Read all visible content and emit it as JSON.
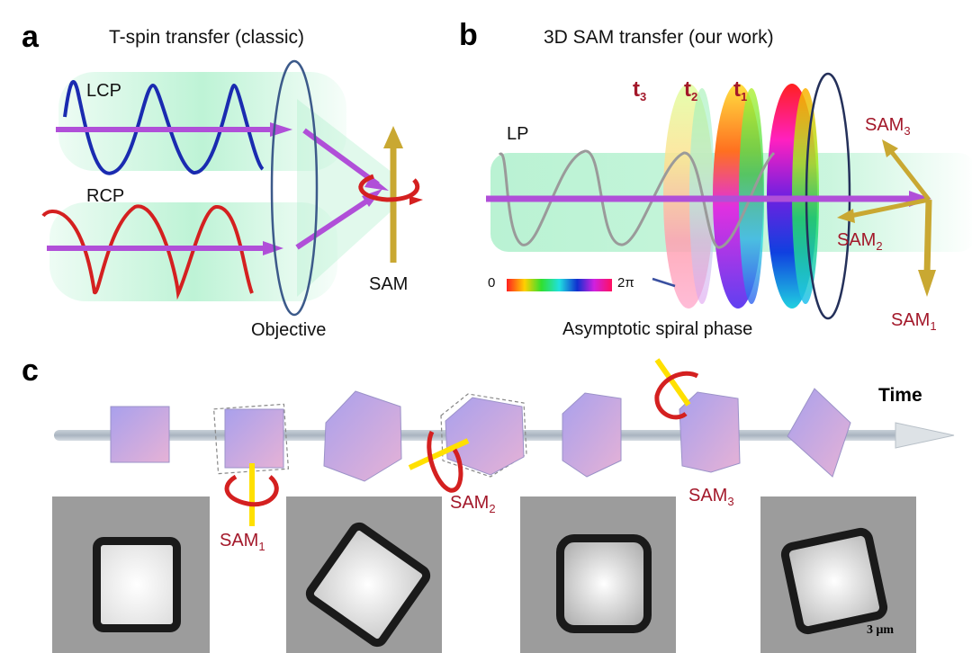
{
  "panel_a": {
    "letter": "a",
    "title": "T-spin transfer (classic)",
    "beam1_label": "LCP",
    "beam2_label": "RCP",
    "lens_label": "Objective",
    "output_label": "SAM"
  },
  "panel_b": {
    "letter": "b",
    "title": "3D SAM transfer (our work)",
    "beam_label": "LP",
    "times": [
      {
        "t": "t",
        "sub": "3"
      },
      {
        "t": "t",
        "sub": "2"
      },
      {
        "t": "t",
        "sub": "1"
      }
    ],
    "colorbar": {
      "min": "0",
      "max": "2π"
    },
    "phase_label": "Asymptotic spiral phase",
    "sam_labels": [
      {
        "base": "SAM",
        "sub": "3"
      },
      {
        "base": "SAM",
        "sub": "2"
      },
      {
        "base": "SAM",
        "sub": "1"
      }
    ]
  },
  "panel_c": {
    "letter": "c",
    "axis_label": "Time",
    "sam_labels": [
      {
        "base": "SAM",
        "sub": "1"
      },
      {
        "base": "SAM",
        "sub": "2"
      },
      {
        "base": "SAM",
        "sub": "3"
      }
    ],
    "scale_bar": "3 μm"
  },
  "colors": {
    "lcp": "#1a2bb0",
    "rcp": "#d42020",
    "beam": "#b04fd8",
    "glow": "#a8efc8",
    "sam_arrow": "#c9a832",
    "label_red": "#a3182a"
  }
}
